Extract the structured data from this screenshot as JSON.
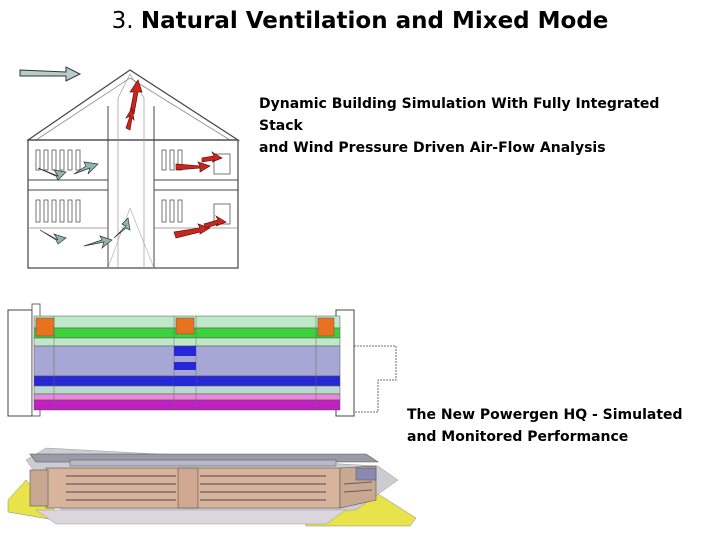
{
  "slide": {
    "title_number": "3.",
    "title_text": "Natural Ventilation and Mixed Mode"
  },
  "captions": {
    "simulation_line1": "Dynamic Building Simulation With Fully Integrated Stack",
    "simulation_line2": "and Wind Pressure Driven Air-Flow Analysis",
    "powergen_line1": "The New Powergen HQ - Simulated",
    "powergen_line2": "and Monitored Performance"
  },
  "colors": {
    "airflow_arrow_warm": "#c81e1e",
    "airflow_arrow_cool": "#7fa8a8",
    "plan_orange": "#e8731e",
    "plan_green": "#3cd23c",
    "plan_mint": "#bfe8c8",
    "plan_blue": "#2727d8",
    "plan_lavender": "#a7a7d6",
    "plan_pink": "#e888d8",
    "plan_magenta": "#c020c0",
    "model_roof": "#9a9aa8",
    "model_wall": "#d8b49c",
    "model_ground": "#e8e34a"
  }
}
